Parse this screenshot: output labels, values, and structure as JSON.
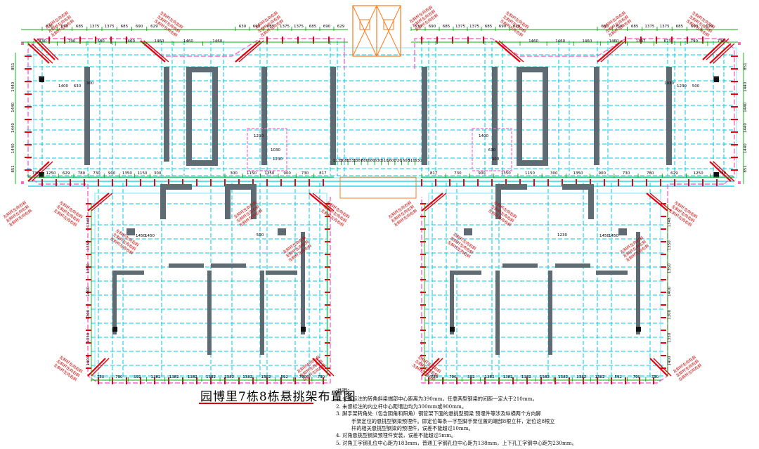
{
  "drawing": {
    "title": "园博里7栋8栋悬挑架布置图",
    "notes_heading": "说明：",
    "notes": [
      "1. 未督标注的转角斜梁端部中心距离为390mm。任意两型钢梁的间距一定大于210mm。",
      "2. 未督标注的内立杆中心距墙边均为300mm或900mm。",
      "3. 脚手架转角处（包含阴角和阳角）钢管架下面的悬挑型钢梁  预埋件等涉及纵横两个方向脚",
      "手架定位的悬挑型钢梁预埋件。即定位每条一字型脚手架位置的端部8根立杆，定位这8根立",
      "杆的相关悬挑型钢梁的预埋件，误差不能超过10mm。",
      "4. 对角悬挑型钢梁预埋件安装，误差不能超过5mm。",
      "5. 对角工字钢孔位中心距为183mm，普通工字钢孔位中心距为138mm，上下孔工字钢中心距为230mm。"
    ],
    "corner_note": "左斜杆左向右斜",
    "colors": {
      "wall": "#5f6b73",
      "grid": "#00c8e8",
      "dim": "#00b000",
      "beam": "#e8000e",
      "frame": "#ff66cc",
      "stair": "#ff7a1a"
    },
    "dimensions": {
      "top_left": [
        "630",
        "690",
        "685",
        "1375",
        "1375",
        "685",
        "690",
        "629"
      ],
      "top_mid_left": [
        "630",
        "690",
        "685",
        "1375",
        "1375",
        "685",
        "690",
        "629"
      ],
      "top_mid_right": [
        "630",
        "690",
        "685",
        "1375",
        "1375",
        "685",
        "690",
        "629"
      ],
      "top_right": [
        "630",
        "690",
        "685",
        "1375",
        "1375",
        "685",
        "690",
        "629"
      ],
      "row2_left": [
        "730",
        "790",
        "580",
        "1460",
        "1460",
        "1460",
        "1460"
      ],
      "row2_right": [
        "1460",
        "1460",
        "1460",
        "1460",
        "1307",
        "673",
        "790",
        "730"
      ],
      "left_vertical": [
        "851",
        "1440",
        "1440",
        "1440",
        "1440",
        "851"
      ],
      "right_vertical": [
        "851",
        "1440",
        "1440",
        "1440",
        "1440",
        "851"
      ],
      "mid_band_left": [
        "730",
        "1250",
        "629",
        "780",
        "730",
        "900",
        "1350",
        "1150",
        "300"
      ],
      "mid_band_center": [
        "300",
        "1150",
        "1350",
        "900",
        "730",
        "817"
      ],
      "mid_band_right": [
        "817",
        "730",
        "900",
        "1350",
        "1150",
        "300",
        "1350",
        "900",
        "730",
        "780",
        "629",
        "1250",
        "730"
      ],
      "core": [
        "1135",
        "1085",
        "1335",
        "1387",
        "880",
        "680",
        "630",
        "510",
        "1600",
        "720",
        "1600",
        "510",
        "630"
      ],
      "wing_vertical": [
        "1348",
        "1350",
        "1350",
        "1400",
        "1300",
        "1350",
        "1400"
      ],
      "bottom_left": [
        "730",
        "790",
        "592",
        "1382",
        "1382",
        "1382",
        "1382",
        "1382",
        "1382",
        "1382",
        "592",
        "790",
        "730"
      ],
      "bottom_right": [
        "730",
        "790",
        "592",
        "1382",
        "1382",
        "1382",
        "1382",
        "1382",
        "1382",
        "1382",
        "592",
        "790",
        "730"
      ],
      "inner": [
        "1400",
        "630",
        "300",
        "1450",
        "1450",
        "500",
        "1230",
        "1030",
        "1230"
      ]
    }
  }
}
